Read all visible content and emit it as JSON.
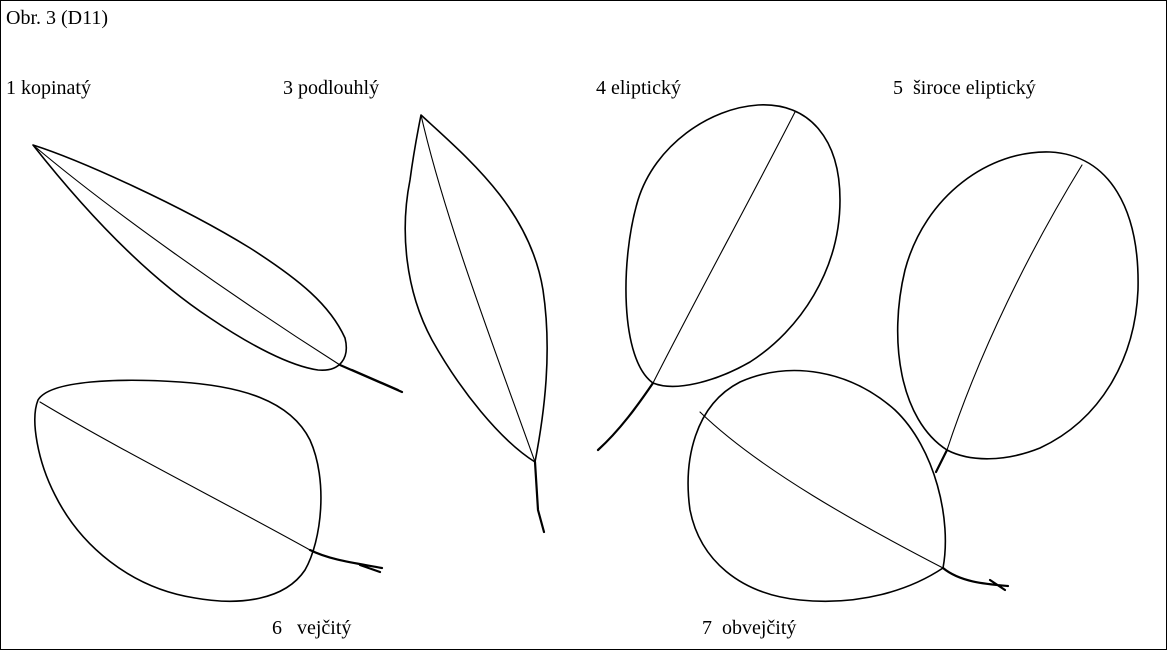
{
  "figure": {
    "title": "Obr. 3 (D11)"
  },
  "leaves": [
    {
      "id": "kopinaty",
      "label": "1 kopinatý"
    },
    {
      "id": "podlouhly",
      "label": "3 podlouhlý"
    },
    {
      "id": "elipticky",
      "label": "4 eliptický"
    },
    {
      "id": "siroce-elipticky",
      "label": "5  široce eliptický"
    },
    {
      "id": "vejcity",
      "label": "6   vejčitý"
    },
    {
      "id": "obvejcity",
      "label": "7  obvejčitý"
    }
  ]
}
